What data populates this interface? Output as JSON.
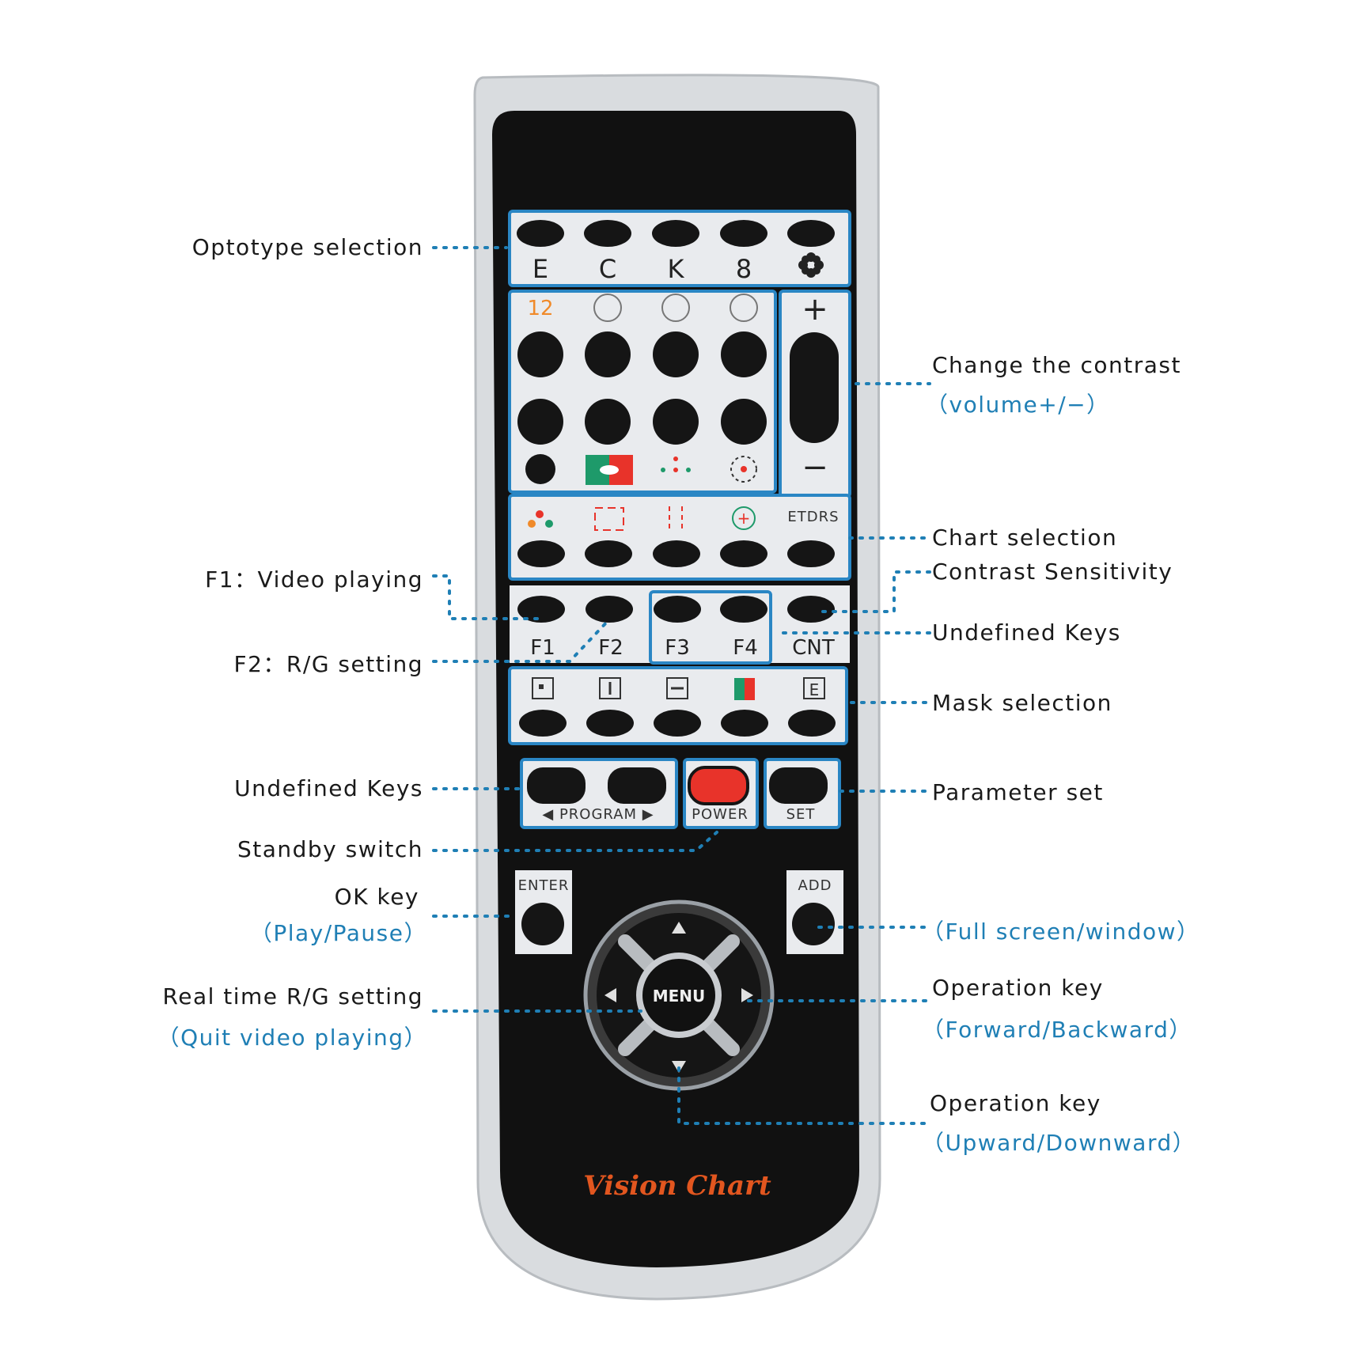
{
  "remote": {
    "brand": "Vision Chart",
    "optotype_keys": [
      "E",
      "C",
      "K",
      "8"
    ],
    "function_keys": [
      "F1",
      "F2",
      "F3",
      "F4",
      "CNT"
    ],
    "chart_top_label": "12",
    "etdrs_label": "ETDRS",
    "program_label": "◀ PROGRAM ▶",
    "power_label": "POWER",
    "set_label": "SET",
    "enter_label": "ENTER",
    "add_label": "ADD",
    "menu_label": "MENU",
    "mask_e_label": "E",
    "colors": {
      "body_black": "#111111",
      "shell_silver": "#d9dcdf",
      "panel_border": "#2a86c4",
      "power_red": "#e8332a",
      "brand_orange": "#e2561f",
      "callout_blue": "#1f7fb5"
    }
  },
  "callouts": {
    "optotype_selection": "Optotype  selection",
    "change_contrast": "Change  the  contrast",
    "volume": "（volume+/−）",
    "chart_selection": "Chart  selection",
    "contrast_sensitivity": "Contrast  Sensitivity",
    "f1_video": "F1：Video  playing",
    "undefined_keys_right": "Undefined  Keys",
    "f2_rg": "F2：R/G setting",
    "mask_selection": "Mask  selection",
    "undefined_keys_left": "Undefined  Keys",
    "parameter_set": "Parameter  set",
    "standby_switch": "Standby  switch",
    "ok_key": "OK  key",
    "play_pause": "（Play/Pause）",
    "full_screen": "（Full  screen/window）",
    "realtime_rg": "Real  time  R/G  setting",
    "quit_video": "（Quit  video  playing）",
    "operation_key_fb": "Operation  key",
    "forward_backward": "（Forward/Backward）",
    "operation_key_ud": "Operation  key",
    "upward_downward": "（Upward/Downward）"
  }
}
